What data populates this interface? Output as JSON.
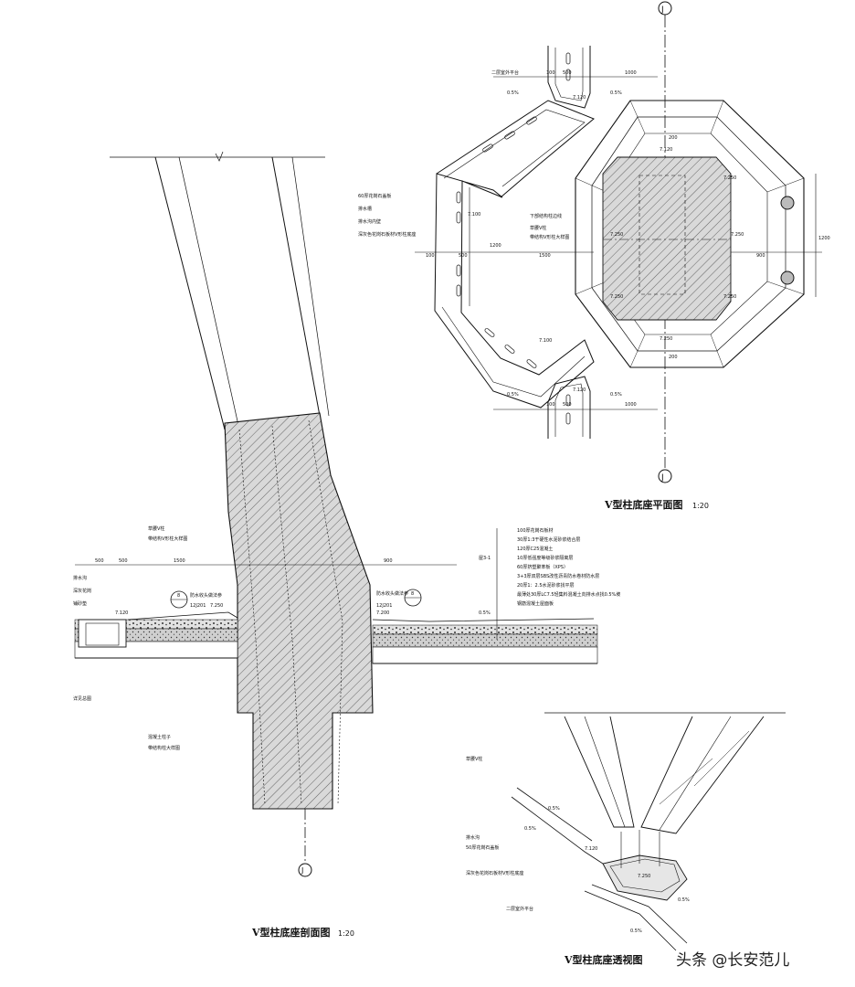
{
  "drawing": {
    "axis_label": "J",
    "plan": {
      "title": "V型柱底座平面图",
      "scale": "1:20",
      "leaders": [
        "二层室外平台",
        "60厚花岗石盖板",
        "排水槽",
        "排水沟内壁",
        "深灰色花岗石板材V形柱底座",
        "下部结构柱边线",
        "草腰V柱",
        "带结构V形柱大样图"
      ],
      "slopes": [
        "0.5%",
        "0.5%",
        "0.5%",
        "0.5%"
      ],
      "elevations": [
        "7.120",
        "7.100",
        "7.100",
        "7.120",
        "7.120",
        "7.250",
        "7.250",
        "7.250",
        "7.250",
        "7.250",
        "7.250"
      ],
      "dims": [
        "100",
        "500",
        "1000",
        "100",
        "500",
        "1500",
        "900",
        "1200",
        "1200",
        "200",
        "200",
        "100",
        "500",
        "1000"
      ]
    },
    "section": {
      "title": "V型柱底座剖面图",
      "scale": "1:20",
      "dims": [
        "500",
        "500",
        "1500",
        "900"
      ],
      "left_labels": [
        "草腰V柱",
        "带结构V形柱大样图",
        "排水沟",
        "深灰花岗",
        "铺砂垫"
      ],
      "detail_markers": [
        {
          "label": "防水收头做法参",
          "num": "8",
          "ref": "12J201"
        },
        {
          "label": "防水收头做法参",
          "num": "8",
          "ref": "12J201"
        }
      ],
      "elevations": [
        "7.120",
        "7.250",
        "7.200",
        "0.5%"
      ],
      "layers_title": "屋3-1",
      "layers": [
        "100厚花岗石板材",
        "30厚1:3干硬性水泥砂浆结合层",
        "120厚C25混凝土",
        "10厚低强度等级砂浆隔离层",
        "60厚挤塑聚苯板（XPS）",
        "3+3厚双层SBS改性沥青防水卷材防水层",
        "20厚1：2.5水泥砂浆找平层",
        "最薄处30厚LC7.5轻集料混凝土向排水点找0.5%坡",
        "钢筋混凝土屋面板"
      ],
      "bottom_left": "详见总图",
      "lower_labels": [
        "混凝土柱子",
        "带结构柱大样图"
      ]
    },
    "perspective": {
      "title": "V型柱底座透视图",
      "labels": [
        "草腰V柱",
        "排水沟",
        "50厚花岗石盖板",
        "深灰色花岗石板材V形柱底座",
        "二层室外平台"
      ],
      "slopes": [
        "0.5%",
        "0.5%",
        "0.5%",
        "0.5%"
      ],
      "elevations": [
        "7.120",
        "7.250"
      ]
    },
    "watermark": "头条 @长安范儿"
  },
  "colors": {
    "ink": "#111111",
    "concrete": "#d6d6d6",
    "paper": "#ffffff"
  }
}
